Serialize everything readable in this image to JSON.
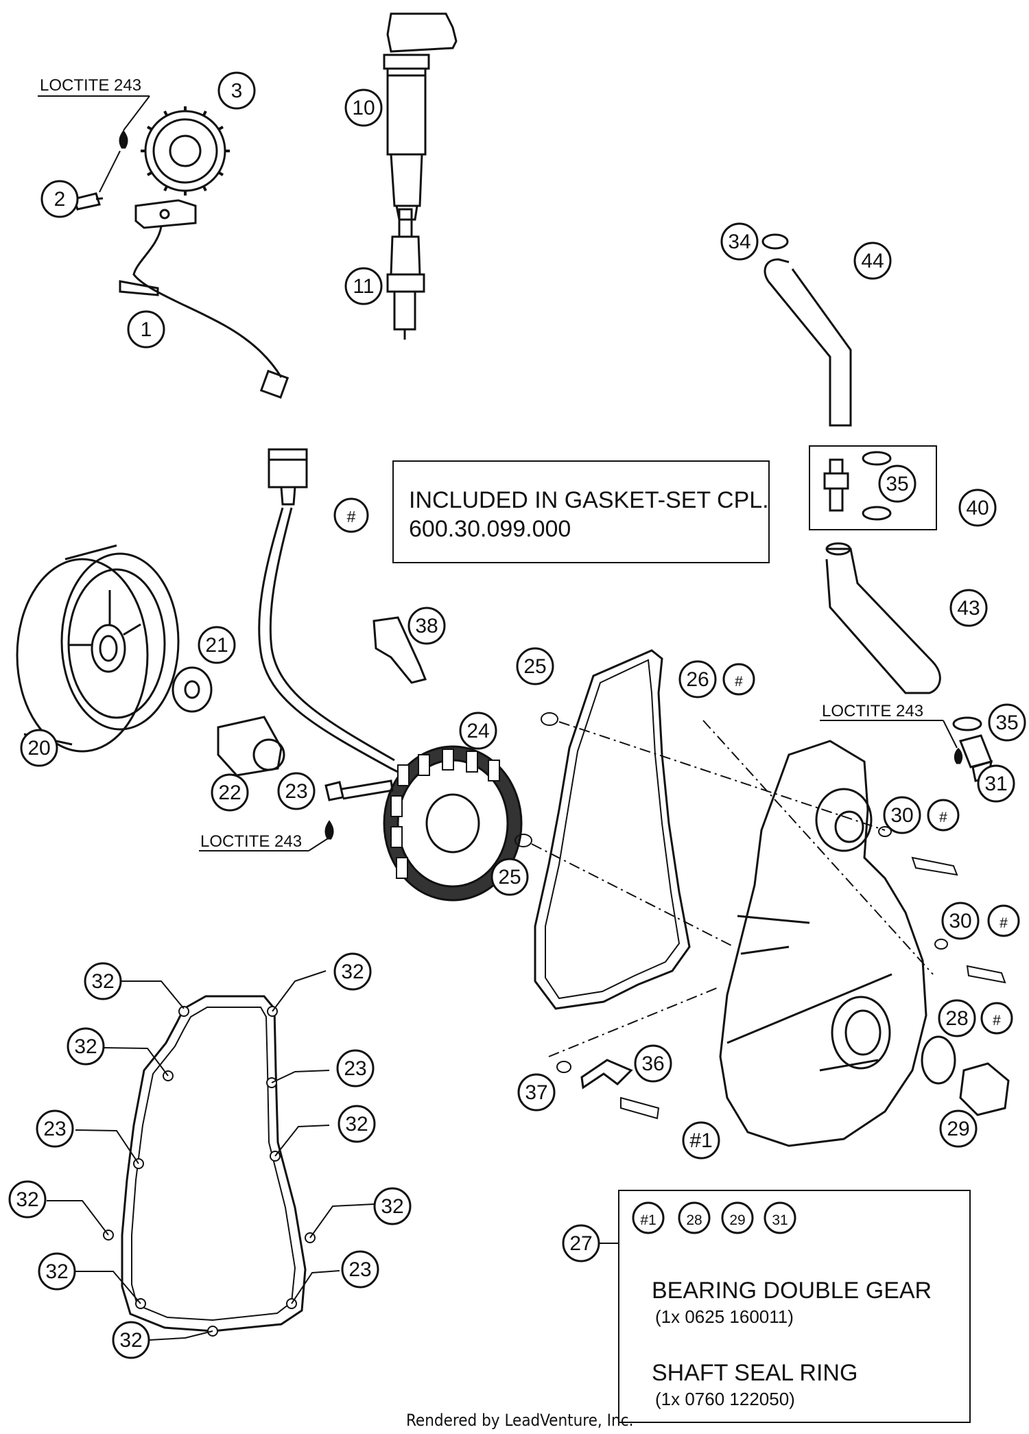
{
  "diagram": {
    "notes": {
      "loctite_a": "LOCTITE 243",
      "loctite_b": "LOCTITE 243",
      "loctite_c": "LOCTITE 243"
    },
    "gasket_box": {
      "marker": "#",
      "line1": "INCLUDED IN GASKET-SET CPL.",
      "line2": "600.30.099.000"
    },
    "kit_box": {
      "ref": "27",
      "icons": [
        "#1",
        "28",
        "29",
        "31"
      ],
      "item1": "BEARING DOUBLE GEAR",
      "item1_qty": "(1x 0625 160011)",
      "item2": "SHAFT SEAL RING",
      "item2_qty": "(1x 0760 122050)"
    },
    "callouts": {
      "c1": "1",
      "c2": "2",
      "c3": "3",
      "c10": "10",
      "c11": "11",
      "c34": "34",
      "c44": "44",
      "c35a": "35",
      "c40": "40",
      "c43": "43",
      "c35b": "35",
      "c38": "38",
      "c21": "21",
      "c20": "20",
      "c22": "22",
      "c24": "24",
      "c23a": "23",
      "c25a": "25",
      "c25b": "25",
      "c26": "26",
      "c26h": "#",
      "c31": "31",
      "c30a": "30",
      "c30ah": "#",
      "c30b": "30",
      "c30bh": "#",
      "c28": "28",
      "c28h": "#",
      "c29": "29",
      "c36": "36",
      "c37": "37",
      "c1b": "#1",
      "g32a": "32",
      "g32b": "32",
      "g32c": "32",
      "g23a": "23",
      "g23b": "32",
      "g23c": "23",
      "g32d": "32",
      "g32e": "32",
      "g32f": "32",
      "g23d": "23",
      "g32g": "32"
    },
    "footer": "Rendered by LeadVenture, Inc."
  }
}
